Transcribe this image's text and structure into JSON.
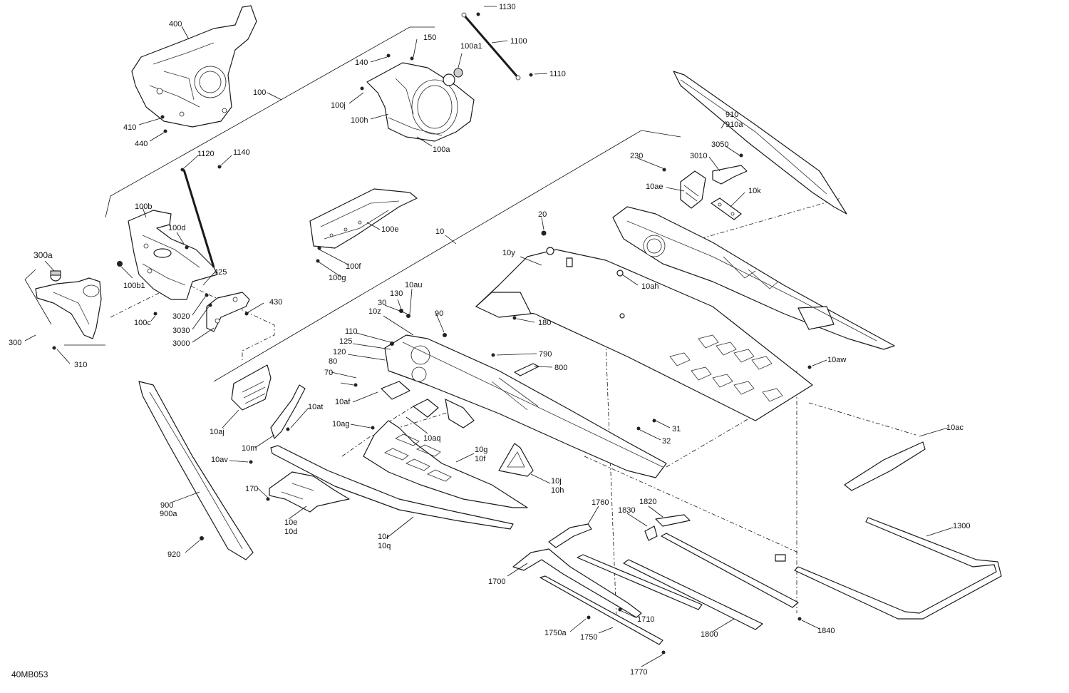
{
  "diagram": {
    "reference_code": "40MB053",
    "callouts": [
      "1130",
      "1100",
      "1110",
      "150",
      "140",
      "100a1",
      "100j",
      "100h",
      "100a",
      "400",
      "100",
      "410",
      "440",
      "1120",
      "1140",
      "100b",
      "100d",
      "100b1",
      "300a",
      "300",
      "310",
      "425",
      "3020",
      "3030",
      "3000",
      "430",
      "100c",
      "910",
      "910a",
      "3050",
      "230",
      "3010",
      "10ae",
      "10k",
      "20",
      "10y",
      "10ah",
      "180",
      "100e",
      "100f",
      "100g",
      "10",
      "10au",
      "130",
      "30",
      "10z",
      "90",
      "110",
      "125",
      "120",
      "80",
      "70",
      "10af",
      "790",
      "800",
      "10ag",
      "10aq",
      "31",
      "32",
      "10aw",
      "10ac",
      "10aj",
      "10at",
      "10m",
      "10av",
      "10g",
      "10f",
      "10j",
      "10h",
      "170",
      "10e",
      "10d",
      "10r",
      "10q",
      "900",
      "900a",
      "920",
      "1760",
      "1830",
      "1820",
      "1700",
      "1710",
      "1750a",
      "1750",
      "1800",
      "1840",
      "1770",
      "1300"
    ]
  }
}
